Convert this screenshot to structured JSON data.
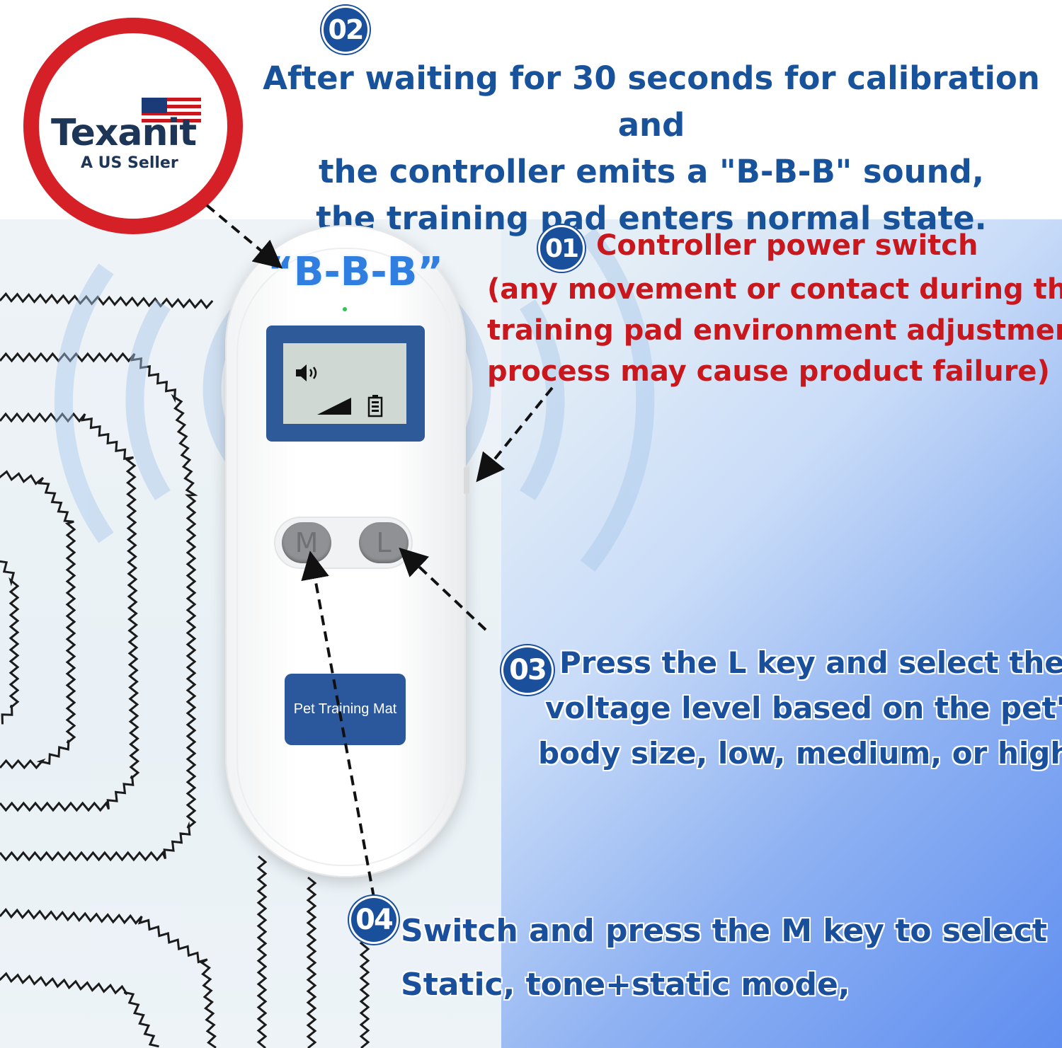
{
  "logo": {
    "brand": "Texanit",
    "tagline": "A US Seller"
  },
  "sound_label": "“B-B-B”",
  "steps": {
    "step2": {
      "number": "02",
      "line1": "After waiting for 30 seconds for calibration and",
      "line2": "the controller emits a \"B-B-B\" sound,",
      "line3": "the training pad enters normal state."
    },
    "step1": {
      "number": "01",
      "title": "Controller power switch",
      "line1": "(any movement or contact during the",
      "line2": "training pad environment adjustment",
      "line3": "process may cause product failure)"
    },
    "step3": {
      "number": "03",
      "line1": "Press the L key and select the",
      "line2": "voltage level based on the pet's",
      "line3": "body size, low, medium, or high."
    },
    "step4": {
      "number": "04",
      "line1": "Switch and press the M key to select",
      "line2": "Static, tone+static mode,"
    }
  },
  "device": {
    "key_m": "M",
    "key_l": "L",
    "plate_label": "Pet Training Mat",
    "screen_icons": [
      "speaker-icon",
      "signal-bars-icon",
      "battery-icon"
    ]
  },
  "colors": {
    "brand_blue": "#17529b",
    "warning_red": "#c8181d",
    "logo_red": "#d62027"
  }
}
